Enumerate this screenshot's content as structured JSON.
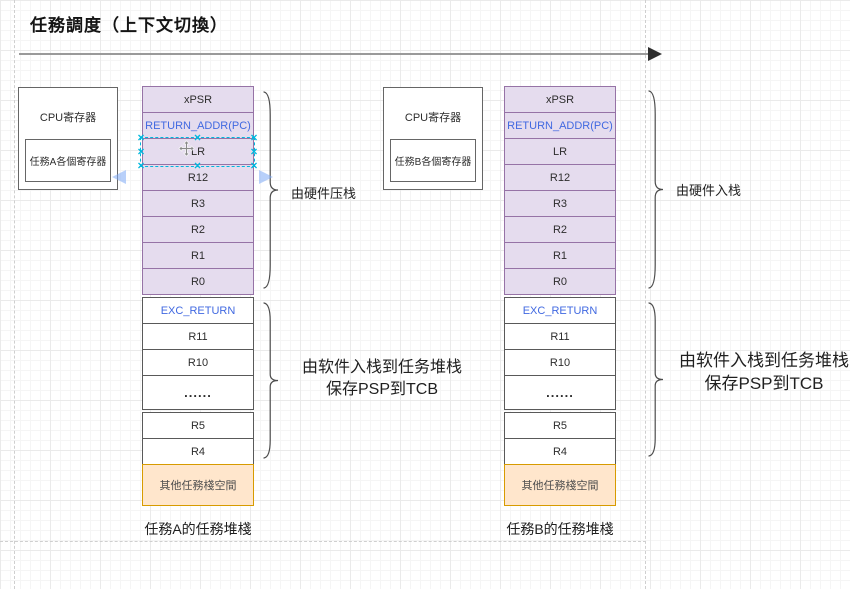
{
  "title": "任務調度（上下文切換）",
  "colors": {
    "purple_fill": "#e5dcee",
    "purple_border": "#9673a6",
    "dark_border": "#595959",
    "peach_fill": "#ffe6cc",
    "peach_border": "#d79b00",
    "blue_text": "#4169e1",
    "selection": "#00b8de",
    "guide": "#cfcfcf",
    "grid_minor": "#f5f5f5",
    "grid_major": "#eaeaea",
    "arrow_line": "#9a9a9a",
    "arrow_head": "#2e2e2e"
  },
  "cpu_boxes": [
    {
      "title": "CPU寄存器",
      "register": "任務A各個寄存器"
    },
    {
      "title": "CPU寄存器",
      "register": "任務B各個寄存器"
    }
  ],
  "stacks": [
    {
      "caption": "任務A的任務堆棧",
      "cells": [
        {
          "label": "xPSR",
          "type": "hw"
        },
        {
          "label": "RETURN_ADDR(PC)",
          "type": "hw",
          "accent": true
        },
        {
          "label": "LR",
          "type": "hw",
          "selected": true
        },
        {
          "label": "R12",
          "type": "hw"
        },
        {
          "label": "R3",
          "type": "hw"
        },
        {
          "label": "R2",
          "type": "hw"
        },
        {
          "label": "R1",
          "type": "hw"
        },
        {
          "label": "R0",
          "type": "hw"
        },
        {
          "label": "EXC_RETURN",
          "type": "sw",
          "accent": true,
          "gstart": true
        },
        {
          "label": "R11",
          "type": "sw"
        },
        {
          "label": "R10",
          "type": "sw"
        },
        {
          "label": "......",
          "type": "dots"
        },
        {
          "label": "R5",
          "type": "sw",
          "gstart": true
        },
        {
          "label": "R4",
          "type": "sw"
        },
        {
          "label": "其他任務棧空間",
          "type": "space"
        }
      ]
    },
    {
      "caption": "任務B的任務堆棧",
      "cells": [
        {
          "label": "xPSR",
          "type": "hw"
        },
        {
          "label": "RETURN_ADDR(PC)",
          "type": "hw",
          "accent": true
        },
        {
          "label": "LR",
          "type": "hw"
        },
        {
          "label": "R12",
          "type": "hw"
        },
        {
          "label": "R3",
          "type": "hw"
        },
        {
          "label": "R2",
          "type": "hw"
        },
        {
          "label": "R1",
          "type": "hw"
        },
        {
          "label": "R0",
          "type": "hw"
        },
        {
          "label": "EXC_RETURN",
          "type": "sw",
          "accent": true,
          "gstart": true
        },
        {
          "label": "R11",
          "type": "sw"
        },
        {
          "label": "R10",
          "type": "sw"
        },
        {
          "label": "......",
          "type": "dots"
        },
        {
          "label": "R5",
          "type": "sw",
          "gstart": true
        },
        {
          "label": "R4",
          "type": "sw"
        },
        {
          "label": "其他任務棧空間",
          "type": "space"
        }
      ]
    }
  ],
  "annotations": {
    "hardware_left": "由硬件压栈",
    "hardware_right": "由硬件入栈",
    "software_line1": "由软件入栈到任务堆栈",
    "software_line2": "保存PSP到TCB"
  }
}
